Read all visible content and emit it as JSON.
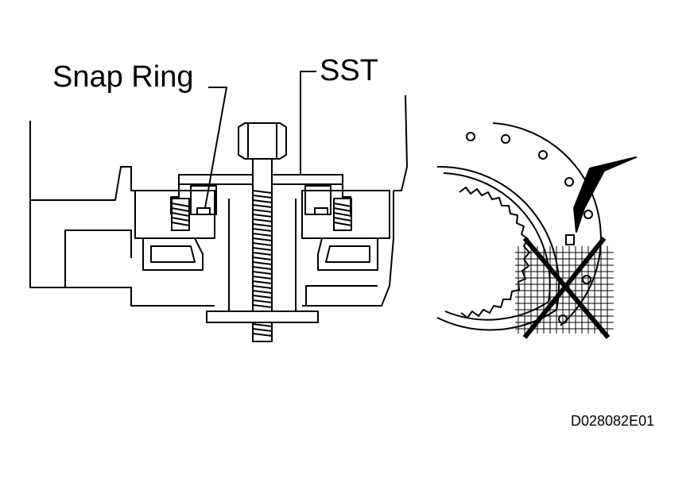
{
  "labels": {
    "snap_ring": "Snap Ring",
    "sst": "SST",
    "figure_code": "D028082E01"
  },
  "colors": {
    "line": "#000000",
    "background": "#ffffff"
  },
  "icons": {
    "arrow": "pointer-arrow-icon",
    "cross": "incorrect-x-mark-icon"
  }
}
